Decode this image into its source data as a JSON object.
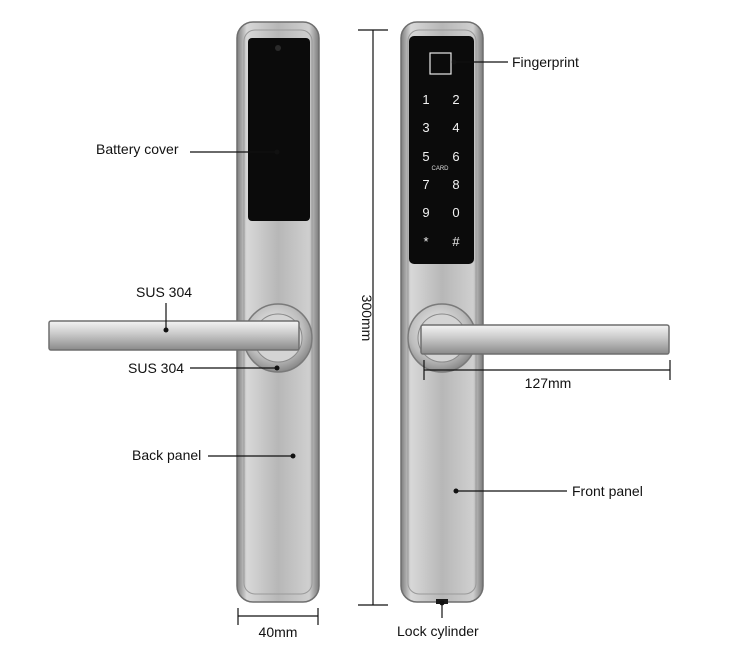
{
  "labels": {
    "battery_cover": "Battery cover",
    "sus_top": "SUS 304",
    "sus_bottom": "SUS 304",
    "back_panel": "Back panel",
    "fingerprint": "Fingerprint",
    "front_panel": "Front panel",
    "lock_cylinder": "Lock cylinder"
  },
  "dimensions": {
    "height": "300mm",
    "lever": "127mm",
    "width": "40mm"
  },
  "keypad": {
    "keys": [
      "1",
      "2",
      "3",
      "4",
      "5",
      "6",
      "7",
      "8",
      "9",
      "0",
      "*",
      "#"
    ],
    "card": "CARD"
  },
  "colors": {
    "steel_light": "#d9d9d9",
    "steel_dark": "#8e8e8e",
    "screen": "#0b0b0b",
    "line": "#111111"
  }
}
